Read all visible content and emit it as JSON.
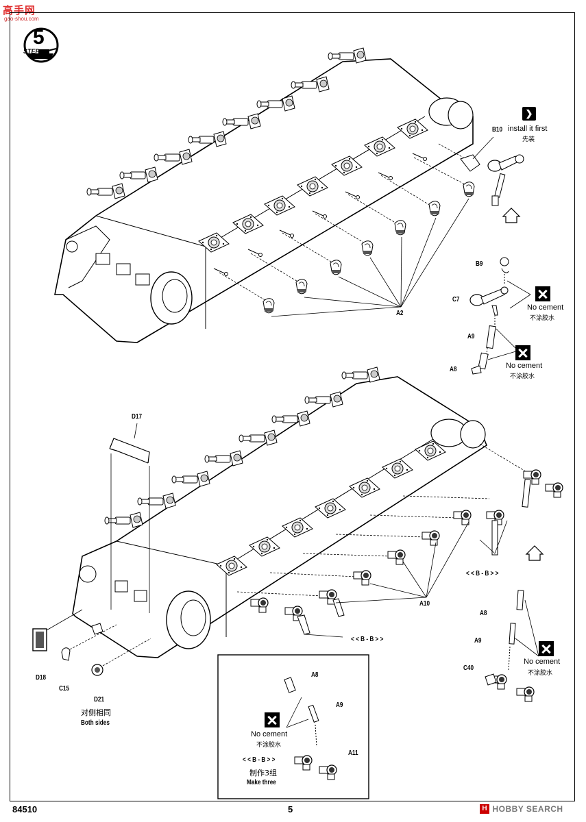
{
  "header": {
    "watermark_logo": "高手网",
    "watermark_url": "gao-shou.com"
  },
  "step": {
    "number": "5",
    "label": "STEP"
  },
  "top_assembly": {
    "b10_label": "B10",
    "b10_note": "install it first",
    "b10_note_cn": "先装",
    "a2_label": "A2",
    "b9_label": "B9",
    "c7_label": "C7",
    "a9_label": "A9",
    "a8_label": "A8",
    "no_cement_1": "No cement",
    "no_cement_1_cn": "不涂胶水",
    "no_cement_2": "No cement",
    "no_cement_2_cn": "不涂胶水"
  },
  "bottom_assembly": {
    "d17_label": "D17",
    "d18_label": "D18",
    "c15_label": "C15",
    "d21_label": "D21",
    "both_sides_cn": "对侧相同",
    "both_sides": "Both sides",
    "a10_label": "A10",
    "bb_label_1": "< < B - B > >",
    "bb_label_2": "< < B - B > >",
    "a8_label": "A8",
    "a9_label": "A9",
    "c40_label": "C40",
    "no_cement": "No cement",
    "no_cement_cn": "不涂胶水"
  },
  "inset": {
    "a8_label": "A8",
    "a9_label": "A9",
    "a11_label": "A11",
    "no_cement": "No cement",
    "no_cement_cn": "不涂胶水",
    "bb_label": "< < B - B > >",
    "make_three_cn": "制作3组",
    "make_three": "Make three"
  },
  "footer": {
    "kit_number": "84510",
    "page_number": "5",
    "source_logo": "HOBBY SEARCH"
  }
}
